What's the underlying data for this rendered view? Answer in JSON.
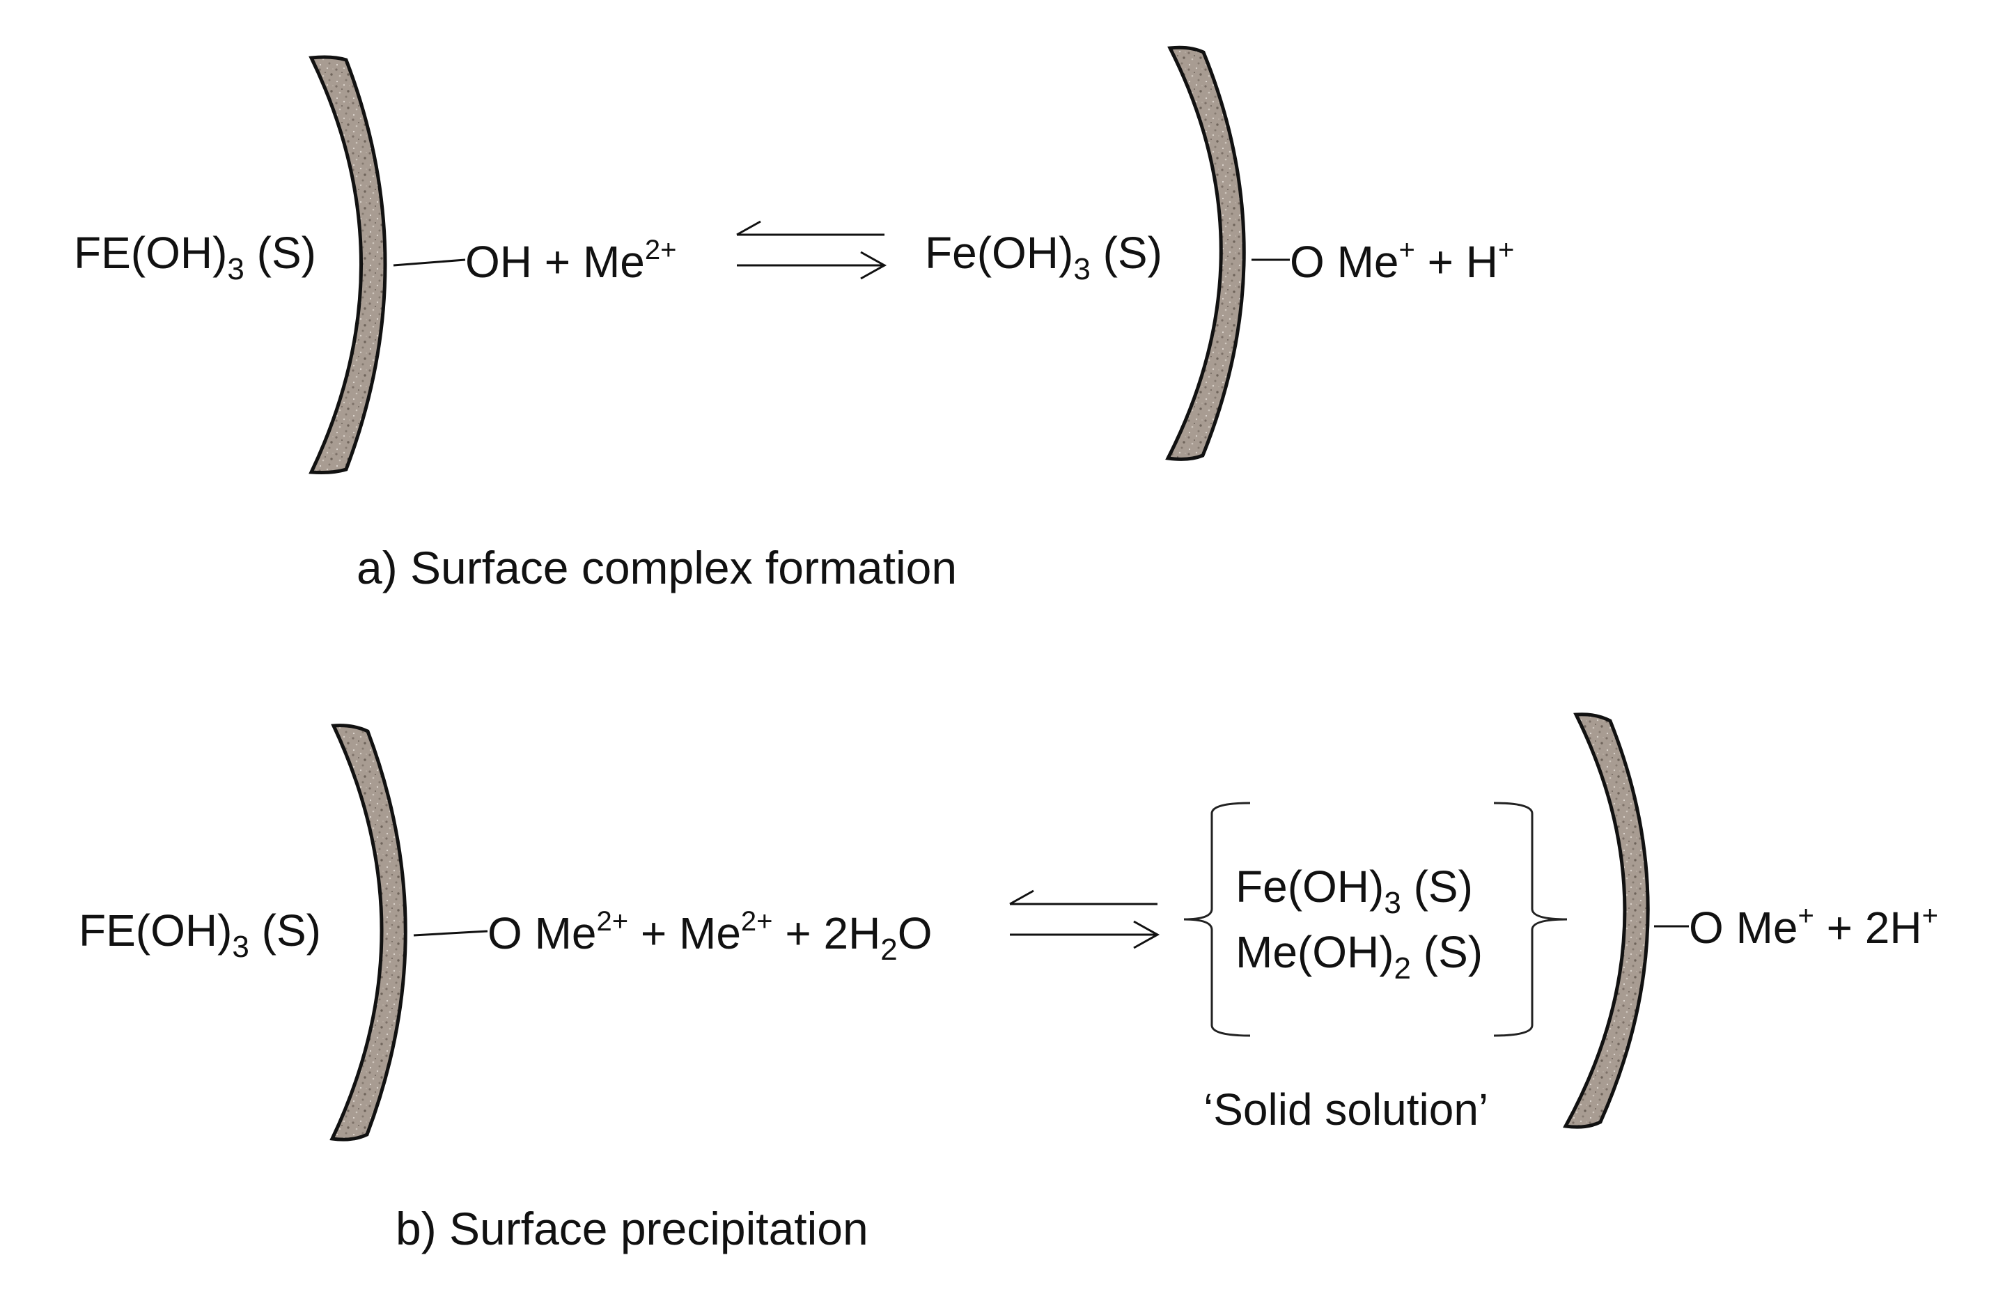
{
  "panel_a": {
    "left_solid": "FE(OH)",
    "left_sub": "3",
    "left_phase": " (S)",
    "reactant_group": "OH + Me",
    "reactant_sup": "2+",
    "right_solid": "Fe(OH)",
    "right_sub": "3",
    "right_phase": " (S)",
    "product_group": "O Me",
    "product_sup1": "+",
    "product_mid": " + H",
    "product_sup2": "+",
    "caption": "a) Surface complex formation"
  },
  "panel_b": {
    "left_solid": "FE(OH)",
    "left_sub": "3",
    "left_phase": " (S)",
    "reactant_a": "O Me",
    "reactant_sup1": "2+",
    "reactant_b": " + Me",
    "reactant_sup2": "2+",
    "reactant_c": " + 2H",
    "reactant_sub": "2",
    "reactant_d": "O",
    "bracket_line1": "Fe(OH)",
    "bracket_line1_sub": "3",
    "bracket_line1_phase": " (S)",
    "bracket_line2": "Me(OH)",
    "bracket_line2_sub": "2",
    "bracket_line2_phase": " (S)",
    "bracket_label": "‘Solid solution’",
    "product_group": "O Me",
    "product_sup1": "+",
    "product_mid": " + 2H",
    "product_sup2": "+",
    "caption": "b) Surface precipitation"
  }
}
